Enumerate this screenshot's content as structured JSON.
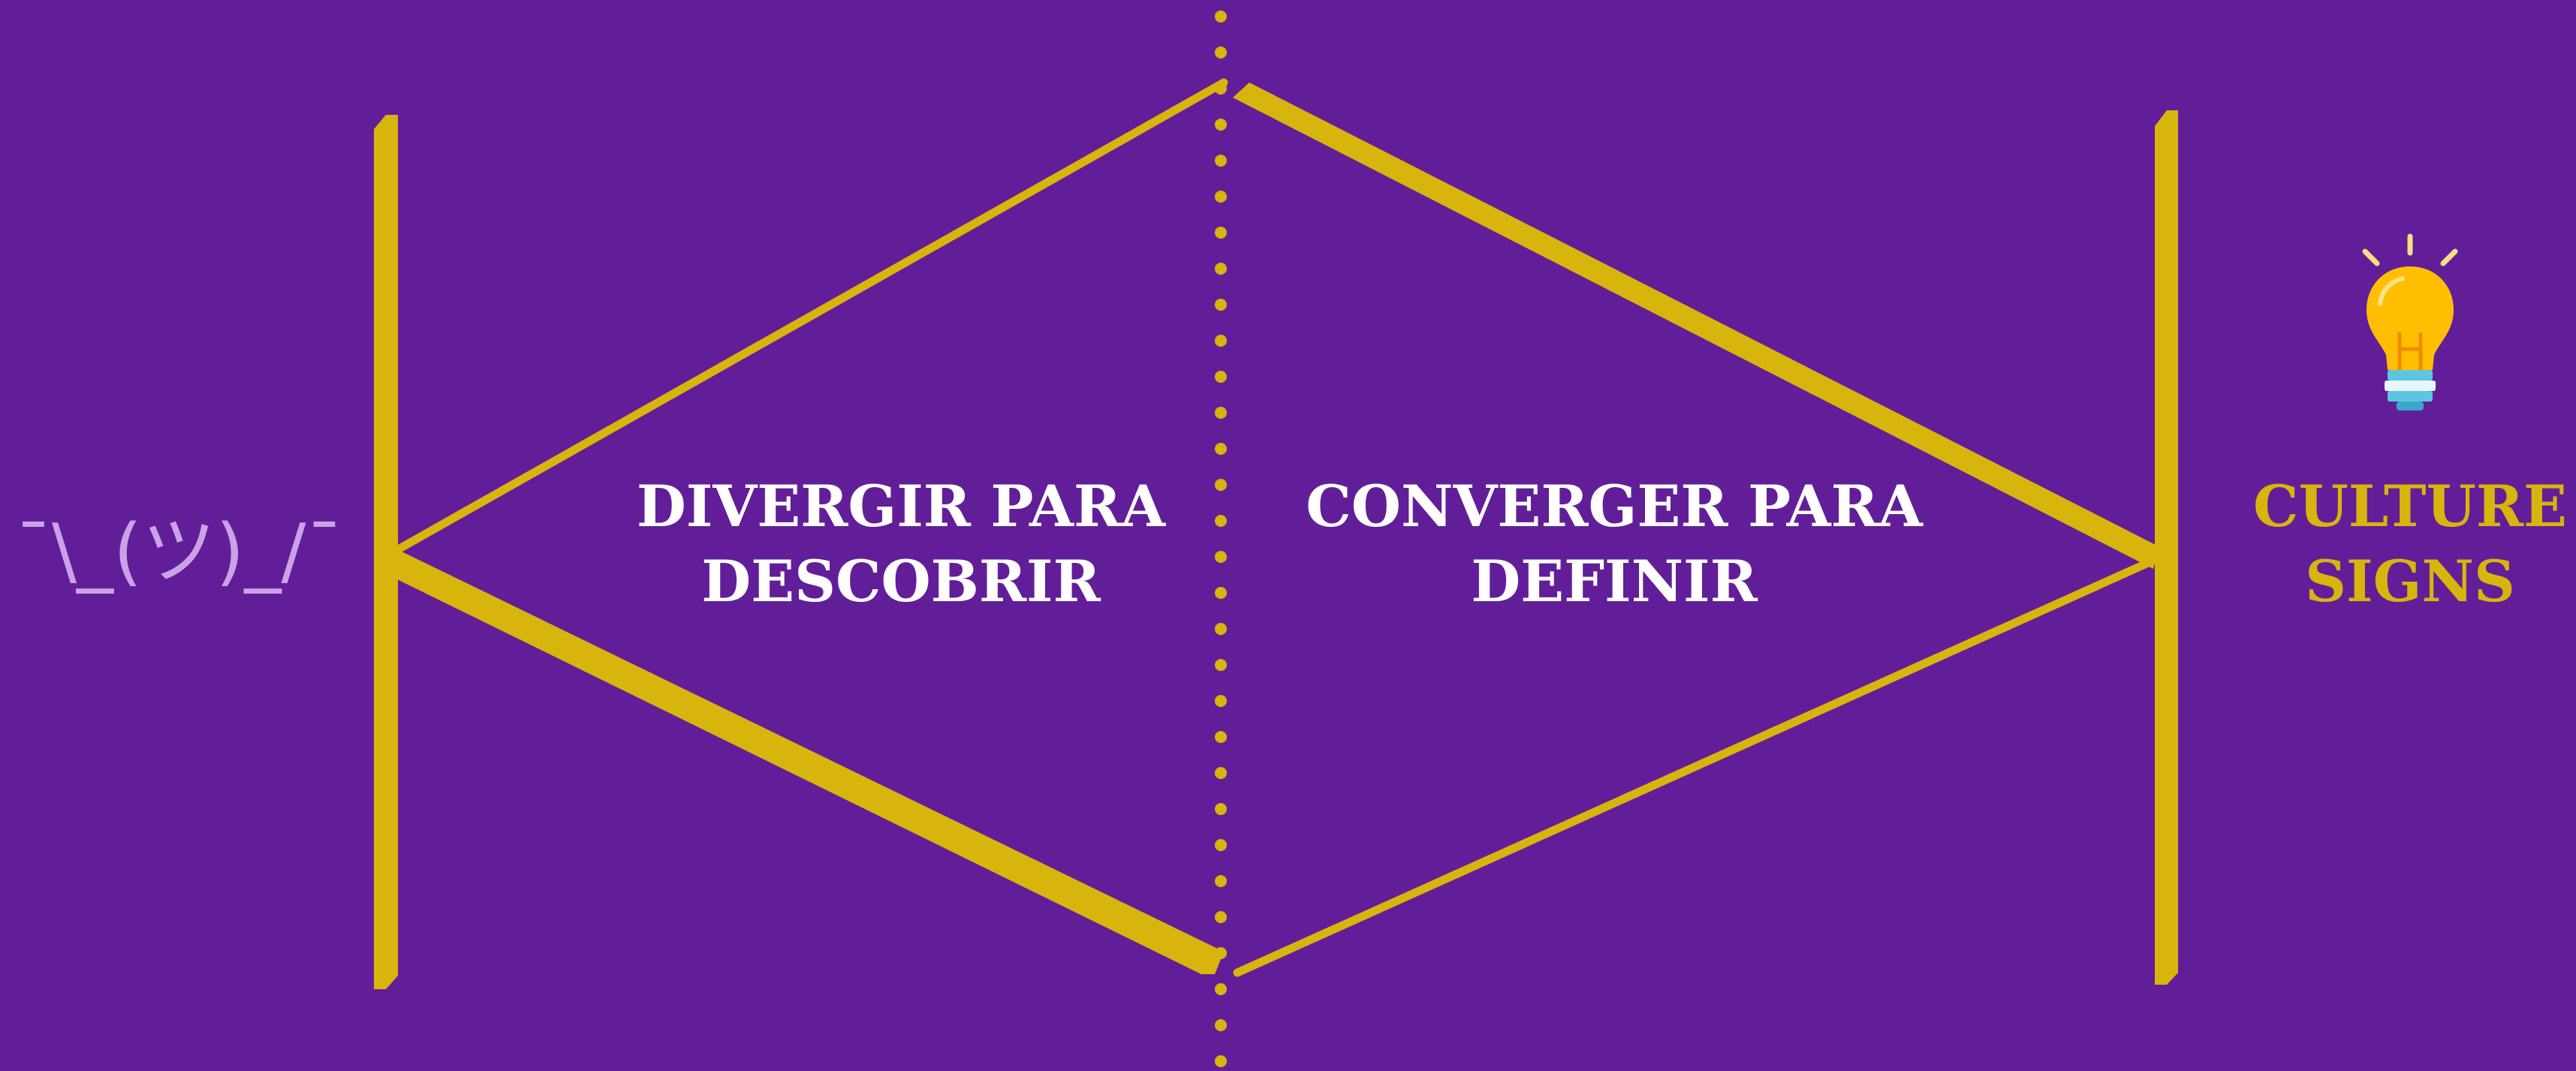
{
  "diagram": {
    "colors": {
      "background": "#621e99",
      "accent": "#d8b50c",
      "text": "#ffffff",
      "shrug": "#c9a2e8"
    },
    "shrug_text": "¯\\_(ツ)_/¯",
    "left_label": [
      "DIVERGIR PARA",
      "DESCOBRIR"
    ],
    "right_label": [
      "CONVERGER PARA",
      "DEFINIR"
    ],
    "brand_label": [
      "CULTURE",
      "SIGNS"
    ],
    "idea_icon": "lightbulb-icon"
  }
}
